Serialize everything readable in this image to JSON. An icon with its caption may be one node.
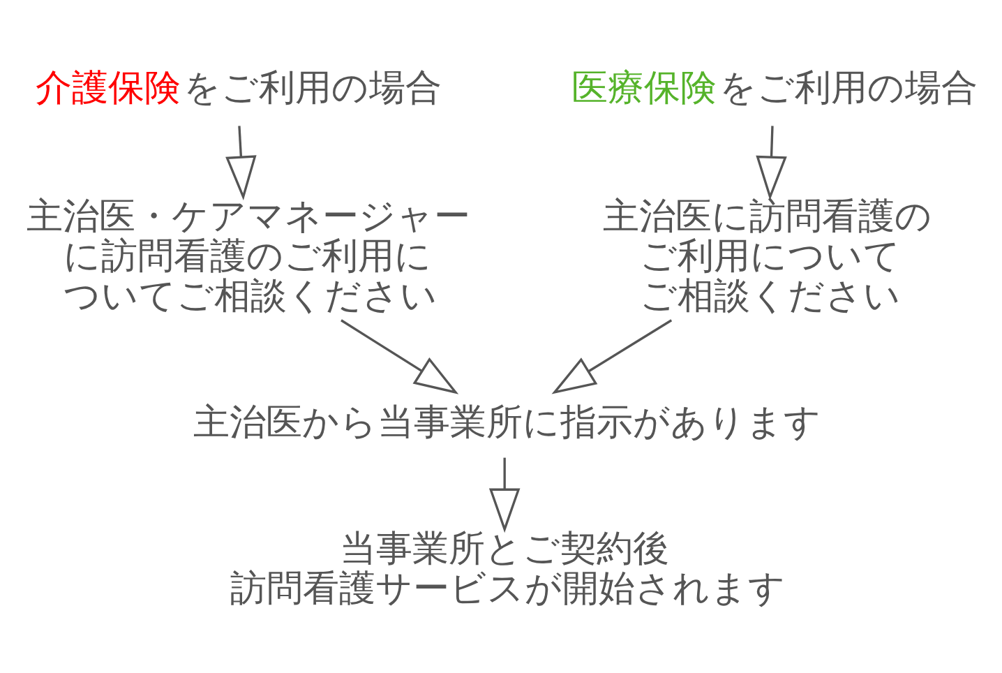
{
  "diagram": {
    "nodes": [
      {
        "text": [
          "介護保険をご利用の場合"
        ]
      },
      {
        "text": [
          "医療保険をご利用の場合"
        ]
      },
      {
        "text": [
          "主治医・ケアマネージャーに訪問看護のご利用についてご相談ください"
        ]
      },
      {
        "text": [
          "主治医に訪問看護のご利用についてご相談ください"
        ]
      },
      {
        "text": [
          "主治医から当事業所に指示があります"
        ]
      },
      {
        "text": [
          "当事業所とご契約後訪問看護サービスが開始されます"
        ]
      }
    ],
    "edges": [
      {
        "from": 0,
        "to": 2,
        "arrow": "to"
      },
      {
        "from": 1,
        "to": 3,
        "arrow": "to"
      },
      {
        "from": 2,
        "to": 4,
        "arrow": "to"
      },
      {
        "from": 3,
        "to": 4,
        "arrow": "to"
      },
      {
        "from": 4,
        "to": 5,
        "arrow": "to"
      }
    ]
  }
}
